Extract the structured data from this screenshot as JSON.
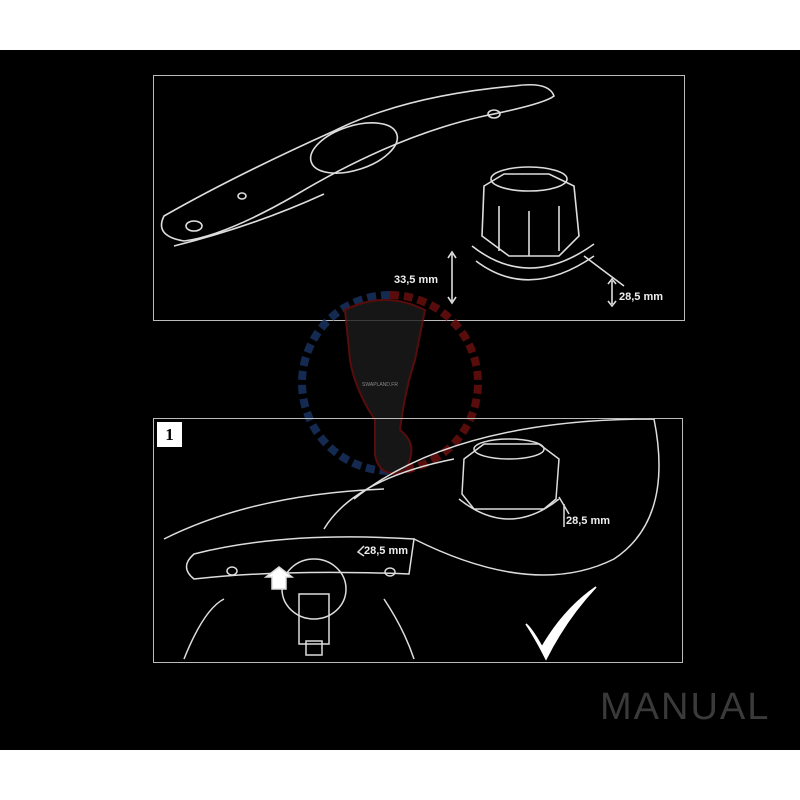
{
  "top_panel": {
    "dim_height_label": "33,5 mm",
    "dim_base_label": "28,5 mm"
  },
  "bottom_panel": {
    "step_number": "1",
    "dim_label_main": "28,5 mm",
    "dim_label_detail": "28,5 mm",
    "check_icon": "check-mark-icon"
  },
  "watermark": {
    "text": "SWAPLAND.FR",
    "colors": {
      "left": "#1b3566",
      "right": "#6e1010"
    }
  },
  "brand_label": "MANUAL"
}
